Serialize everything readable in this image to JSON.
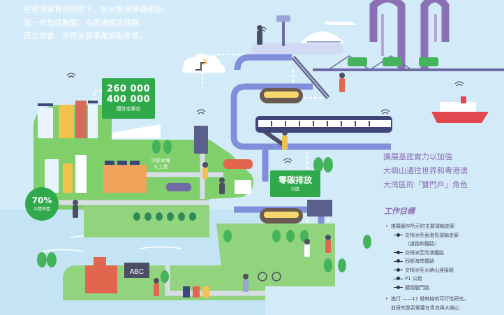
{
  "intro": {
    "line1": "在環境保育的前提下，加大投資基礎建設，",
    "line2": "進一步加強聯繫；為香港經濟發展、",
    "line3": "民生改善、市民安居樂業燃點希望。"
  },
  "housing": {
    "line1": "260 000",
    "line2": "400 000",
    "caption": "個住宅單位"
  },
  "public_housing": {
    "percent": "70%",
    "caption": "公營房屋"
  },
  "carbon": {
    "title": "零碳排放",
    "caption": "社區"
  },
  "lagoon": {
    "line1": "中部水域",
    "line2": "人工島"
  },
  "role": {
    "line1": "擴展基建實力以加強",
    "line2": "大嶼山通往世界和粵港澳",
    "line3": "大灣區的「雙門戶」角色"
  },
  "goals": {
    "title": "工作目標",
    "items": [
      {
        "text": "推展圖中所示的主要運輸走廊",
        "type": "plain"
      },
      {
        "text": "交椅洲至香港島運輸走廊",
        "type": "line"
      },
      {
        "text": "（道路和鐵路）",
        "type": "sub"
      },
      {
        "text": "交椅洲至欣澳鐵路",
        "type": "line"
      },
      {
        "text": "西部海岸鐵路",
        "type": "line"
      },
      {
        "text": "交椅洲至大嶼山連接路",
        "type": "line"
      },
      {
        "text": "P1 公路",
        "type": "line"
      },
      {
        "text": "擴闊龍門路",
        "type": "line"
      }
    ],
    "study_line1": "進行 ——11 號幹線的可行性研究，",
    "study_line2": "並研究是否需要在青衣與大嶼山"
  },
  "signs": {
    "abc": "ABC"
  },
  "colors": {
    "background": "#d3ebf9",
    "green": "#2fa94a",
    "purple": "#8c70b6",
    "road": "#7f8fd9",
    "land": "#7fcf6b"
  }
}
